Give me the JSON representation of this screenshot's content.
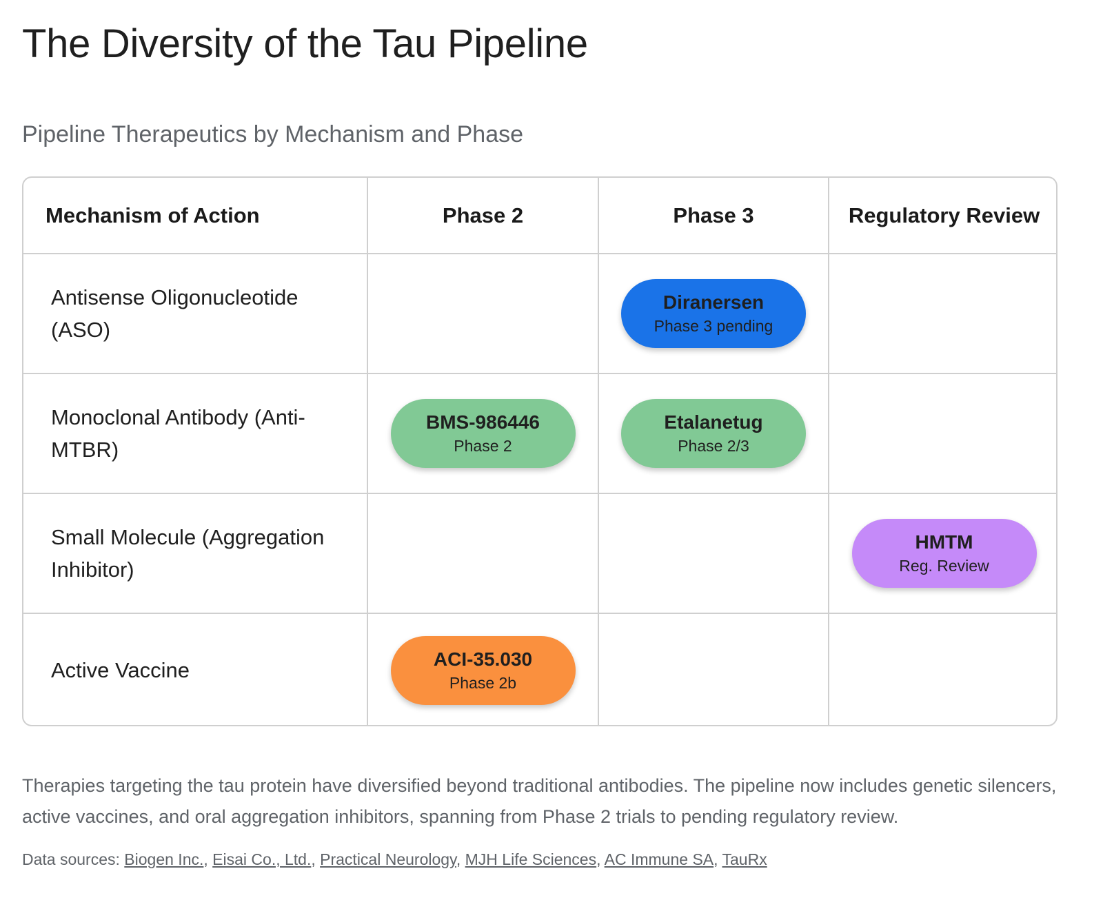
{
  "title": "The Diversity of the Tau Pipeline",
  "subtitle": "Pipeline Therapeutics by Mechanism and Phase",
  "table": {
    "headers": [
      "Mechanism of Action",
      "Phase 2",
      "Phase 3",
      "Regulatory Review"
    ],
    "rows": [
      {
        "mechanism": "Antisense Oligonucleotide (ASO)",
        "phase2": null,
        "phase3": {
          "name": "Diranersen",
          "phase": "Phase 3 pending",
          "color": "#1a73e8"
        },
        "review": null
      },
      {
        "mechanism": "Monoclonal Antibody (Anti-MTBR)",
        "phase2": {
          "name": "BMS-986446",
          "phase": "Phase 2",
          "color": "#81c995"
        },
        "phase3": {
          "name": "Etalanetug",
          "phase": "Phase 2/3",
          "color": "#81c995"
        },
        "review": null
      },
      {
        "mechanism": "Small Molecule (Aggregation Inhibitor)",
        "phase2": null,
        "phase3": null,
        "review": {
          "name": "HMTM",
          "phase": "Reg. Review",
          "color": "#c58af9"
        }
      },
      {
        "mechanism": "Active Vaccine",
        "phase2": {
          "name": "ACI-35.030",
          "phase": "Phase 2b",
          "color": "#fa903e"
        },
        "phase3": null,
        "review": null
      }
    ]
  },
  "description": "Therapies targeting the tau protein have diversified beyond traditional antibodies. The pipeline now includes genetic silencers, active vaccines, and oral aggregation inhibitors, spanning from Phase 2 trials to pending regulatory review.",
  "sources": {
    "label": "Data sources:",
    "links": [
      "Biogen Inc.",
      "Eisai Co., Ltd.",
      "Practical Neurology",
      "MJH Life Sciences",
      "AC Immune SA",
      "TauRx"
    ]
  }
}
